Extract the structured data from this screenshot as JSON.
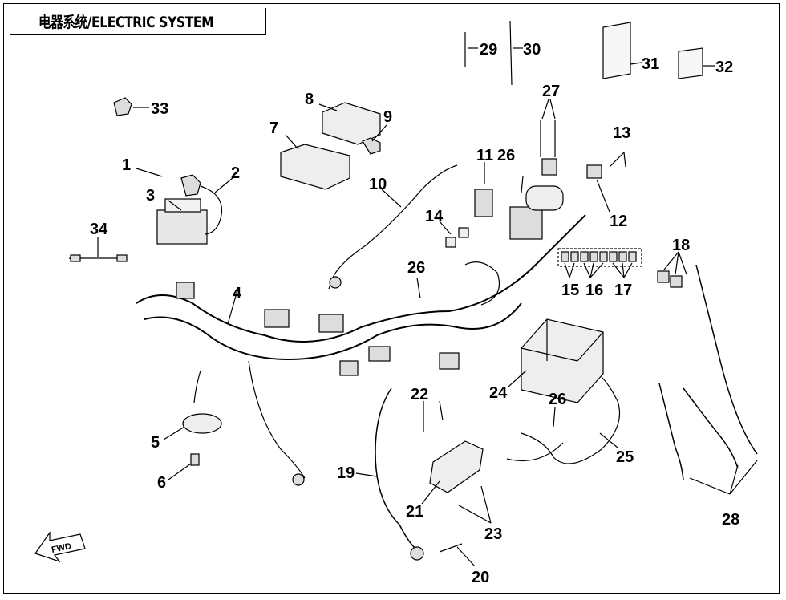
{
  "title": "电器系统/ELECTRIC SYSTEM",
  "parts": [
    {
      "num": "1"
    },
    {
      "num": "2"
    },
    {
      "num": "3"
    },
    {
      "num": "4"
    },
    {
      "num": "5"
    },
    {
      "num": "6"
    },
    {
      "num": "7"
    },
    {
      "num": "8"
    },
    {
      "num": "9"
    },
    {
      "num": "10"
    },
    {
      "num": "11"
    },
    {
      "num": "12"
    },
    {
      "num": "13"
    },
    {
      "num": "14"
    },
    {
      "num": "15"
    },
    {
      "num": "16"
    },
    {
      "num": "17"
    },
    {
      "num": "18"
    },
    {
      "num": "19"
    },
    {
      "num": "20"
    },
    {
      "num": "21"
    },
    {
      "num": "22"
    },
    {
      "num": "23"
    },
    {
      "num": "24"
    },
    {
      "num": "25"
    },
    {
      "num": "26"
    },
    {
      "num": "26"
    },
    {
      "num": "26"
    },
    {
      "num": "27"
    },
    {
      "num": "28"
    },
    {
      "num": "29"
    },
    {
      "num": "30"
    },
    {
      "num": "31"
    },
    {
      "num": "32"
    },
    {
      "num": "33"
    },
    {
      "num": "34"
    }
  ],
  "fwd_label": "FWD"
}
